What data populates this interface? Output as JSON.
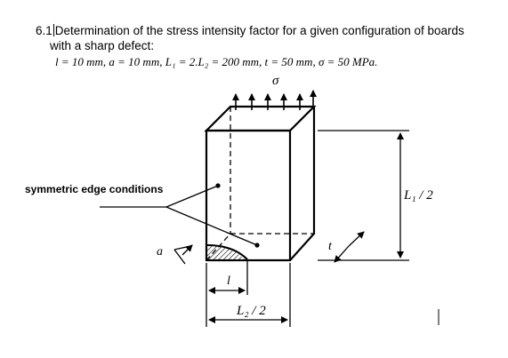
{
  "heading": {
    "number": "6.1",
    "title_part1": "Determination of the stress intensity factor for a given configuration of boards",
    "title_part2": "with a sharp defect:",
    "params": "l = 10 mm, a = 10 mm, L₁ = 2.L₂ = 200 mm, t = 50 mm,  σ = 50 MPa."
  },
  "figure": {
    "sigma_label": "σ",
    "edge_conditions_label": "symmetric edge conditions",
    "height_dim_label": "L₁ / 2",
    "width_dim_label": "L₂ / 2",
    "defect_length_label": "l",
    "defect_depth_label": "a",
    "thickness_label": "t"
  }
}
